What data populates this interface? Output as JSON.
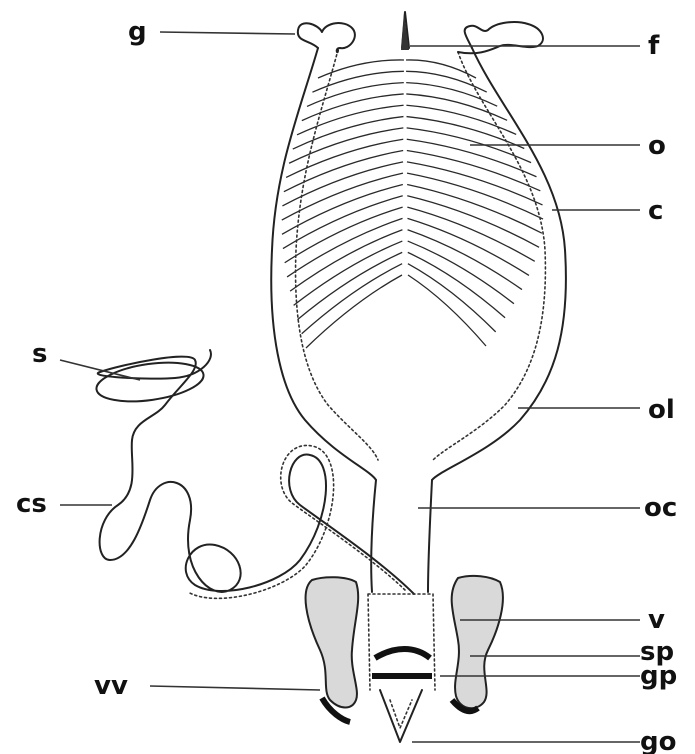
{
  "diagram": {
    "labels": {
      "g": "g",
      "f": "f",
      "o": "o",
      "c": "c",
      "s": "s",
      "ol": "ol",
      "cs": "cs",
      "oc": "oc",
      "v": "v",
      "sp": "sp",
      "gp": "gp",
      "vv": "vv",
      "go": "go"
    },
    "colors": {
      "ink": "#222222",
      "shade": "#d9d9d9",
      "background": "#ffffff"
    }
  }
}
